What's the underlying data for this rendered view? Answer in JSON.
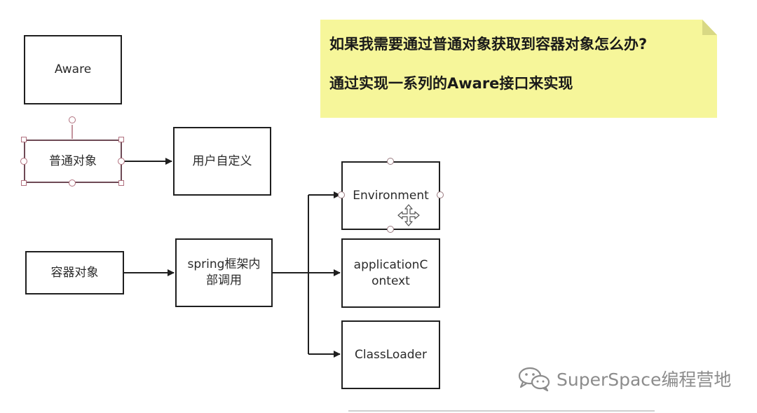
{
  "note": {
    "line1": "如果我需要通过普通对象获取到容器对象怎么办?",
    "line2": "通过实现一系列的Aware接口来实现",
    "color": "#f6f69a"
  },
  "nodes": {
    "aware": "Aware",
    "ordinary_object": "普通对象",
    "user_defined": "用户自定义",
    "container_object": "容器对象",
    "spring_internal_l1": "spring框架内",
    "spring_internal_l2": "部调用",
    "environment": "Environment",
    "app_context_l1": "applicationC",
    "app_context_l2": "ontext",
    "class_loader": "ClassLoader"
  },
  "edges": [
    {
      "from": "普通对象",
      "to": "用户自定义"
    },
    {
      "from": "容器对象",
      "to": "spring框架内部调用"
    },
    {
      "from": "spring框架内部调用",
      "to": "Environment"
    },
    {
      "from": "spring框架内部调用",
      "to": "applicationContext"
    },
    {
      "from": "spring框架内部调用",
      "to": "ClassLoader"
    }
  ],
  "watermark": {
    "text": "SuperSpace编程营地",
    "icon": "wechat-icon"
  },
  "selection": {
    "selected_node": "普通对象",
    "handle_color": "#b0707e"
  }
}
